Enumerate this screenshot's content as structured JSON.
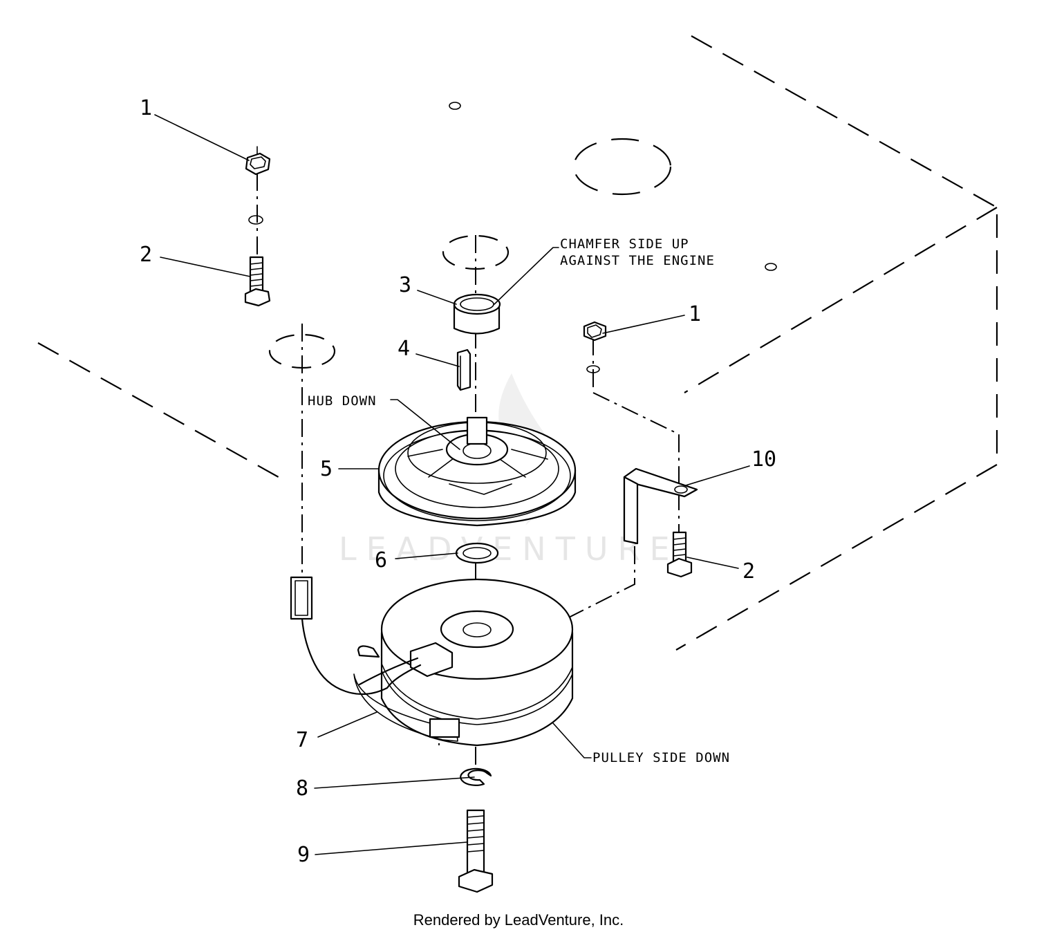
{
  "labels": {
    "l1a": "1",
    "l2a": "2",
    "l3": "3",
    "l4": "4",
    "l5": "5",
    "l6": "6",
    "l7": "7",
    "l8": "8",
    "l9": "9",
    "l1b": "1",
    "l10": "10",
    "l2b": "2"
  },
  "notes": {
    "chamfer_line1": "CHAMFER SIDE UP",
    "chamfer_line2": "AGAINST THE ENGINE",
    "hub_down": "HUB DOWN",
    "pulley_side_down": "PULLEY SIDE DOWN"
  },
  "watermark": "LEADVENTURE",
  "footer": "Rendered by LeadVenture, Inc."
}
